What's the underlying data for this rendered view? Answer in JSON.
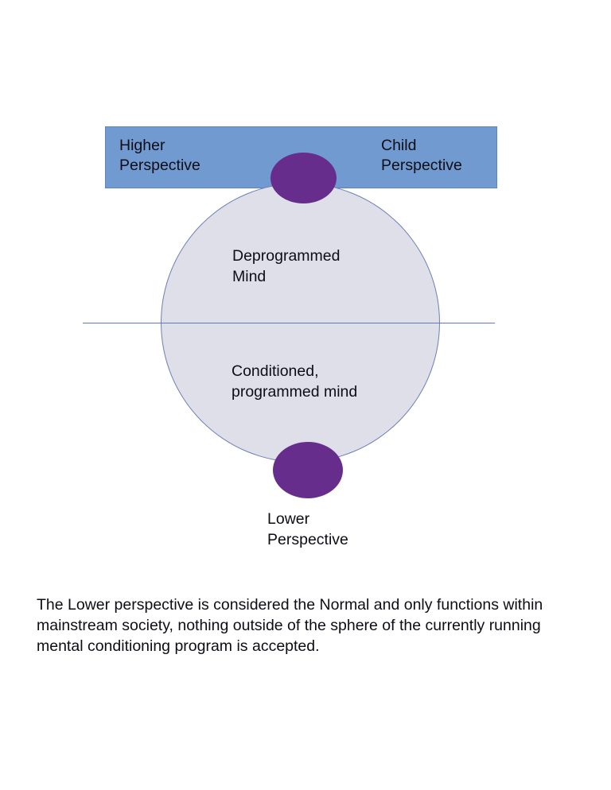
{
  "diagram": {
    "banner": {
      "left_label": "Higher\nPerspective",
      "right_label": "Child\nPerspective",
      "color": "#709AD0"
    },
    "sphere": {
      "fill_color": "#DFDFEA",
      "border_color": "#6F7FB5",
      "upper_label": "Deprogrammed\nMind",
      "lower_label": "Conditioned,\nprogrammed mind"
    },
    "nodes": {
      "color": "#662D8C",
      "top_name": "top-perspective-node",
      "bottom_name": "bottom-perspective-node",
      "bottom_label": "Lower\nPerspective"
    },
    "divider": {
      "color": "#5F7CB8"
    }
  },
  "caption": {
    "text": "The Lower perspective is considered the Normal and only functions within mainstream society, nothing outside of the sphere of the currently running mental conditioning program is accepted."
  }
}
